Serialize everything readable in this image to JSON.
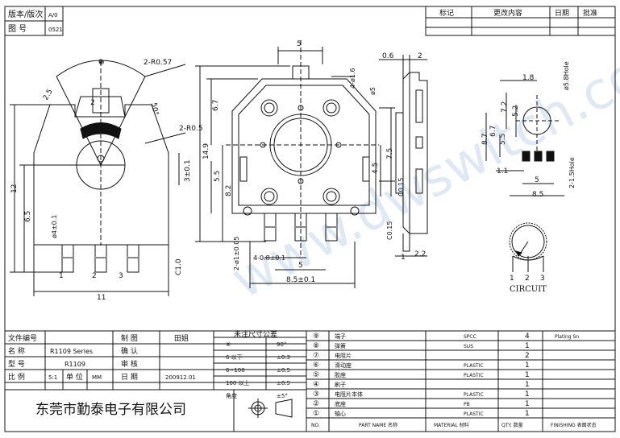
{
  "header": {
    "version_label": "版本/版次",
    "version_value": "A/0",
    "drawing_no_label": "图 号",
    "drawing_no_value": "0521",
    "rev_mark": "标记",
    "rev_content": "更改内容",
    "rev_date": "日期",
    "rev_approve": "批准"
  },
  "dims": {
    "d_0_6": "0.6",
    "d_2": "2",
    "d_5_top": "5",
    "d_6_7": "6.7",
    "d_14_9": "14.9",
    "d_5_5": "5.5",
    "d_8_2": "8.2",
    "d_7_5": "7.5",
    "d_4_5": "4.5",
    "d_4_r16": "4-ø1.6",
    "d_o5": "ø5",
    "d_4_08": "4-0.8±0.1",
    "d_5_bot": "5",
    "d_8_5_a": "8.5±0.1",
    "d_2_o1": "2-ø1±0.05",
    "d_c015_a": "C0.15",
    "d_c015_b": "C0.15",
    "d_1": "1",
    "d_2_2": "2.2",
    "d_2_r057": "2-R0.57",
    "d_50": "50°",
    "d_2_r05": "2-R0.5",
    "d_3_01": "3±0.1",
    "d_12": "12",
    "d_6_5": "6.5",
    "d_4_o1": "ø4±0.1",
    "d_11": "11",
    "d_c10": "C1.0",
    "d_2_5": "2.5",
    "d_1_8": "1.8",
    "d_o58": "ø5.8Hole",
    "d_7_2": "7.2",
    "d_5_2": "5.2",
    "d_6_7r": "6.7",
    "d_5_5r": "5.5",
    "d_8_7": "8.7",
    "d_1_1": "1.1",
    "d_5r": "5",
    "d_8_5r": "8.5",
    "d_2_15": "2-1.5Hole",
    "pin_1": "1",
    "pin_2": "2",
    "pin_3": "3",
    "circuit": "CIRCUIT",
    "p1": "1",
    "p2": "2",
    "p3": "3",
    "t_2": "2"
  },
  "watermark": "www.dwswitch.com",
  "title_block": {
    "file_label": "文件编号",
    "name_label": "名 称",
    "name_value": "R1109 Series",
    "model_label": "型 号",
    "model_value": "R1109",
    "scale_label": "比 例",
    "scale_value": "5:1",
    "unit_label": "单 位",
    "unit_value": "MM",
    "draw_label": "制 图",
    "draw_value": "田姐",
    "confirm_label": "确 认",
    "review_label": "审 核",
    "date_label": "日 期",
    "date_value": "200912.01",
    "company": "东莞市勤泰电子有限公司"
  },
  "tolerance": {
    "title": "未注尺寸公差",
    "rows": [
      {
        "range": "⑧",
        "tol": "90°"
      },
      {
        "range": "6 以下",
        "tol": "±0.3"
      },
      {
        "range": "6~100",
        "tol": "±0.5"
      },
      {
        "range": "100 以上",
        "tol": "±0.5"
      },
      {
        "range": "角度",
        "tol": "±5°"
      }
    ]
  },
  "parts": [
    {
      "no": "⑨",
      "name": "端子",
      "material": "SPCC",
      "qty": "4",
      "finish": "Plating Sn"
    },
    {
      "no": "⑧",
      "name": "弹簧",
      "material": "SUS",
      "qty": "1",
      "finish": ""
    },
    {
      "no": "⑦",
      "name": "电阻片",
      "material": "",
      "qty": "2",
      "finish": ""
    },
    {
      "no": "⑥",
      "name": "滑动座",
      "material": "PLASTIC",
      "qty": "1",
      "finish": ""
    },
    {
      "no": "⑤",
      "name": "胶座",
      "material": "PLASTIC",
      "qty": "1",
      "finish": ""
    },
    {
      "no": "④",
      "name": "刷子",
      "material": "",
      "qty": "1",
      "finish": ""
    },
    {
      "no": "③",
      "name": "电阻片本体",
      "material": "PLASTIC",
      "qty": "1",
      "finish": ""
    },
    {
      "no": "②",
      "name": "底座",
      "material": "PB",
      "qty": "1",
      "finish": ""
    },
    {
      "no": "①",
      "name": "轴心",
      "material": "PLASTIC",
      "qty": "1",
      "finish": ""
    }
  ],
  "parts_header": {
    "no": "NO.",
    "name": "PART NAME 名称",
    "material": "MATERIAL 材料",
    "qty": "QTY. 数量",
    "finish": "FINISHING 表面状态"
  }
}
